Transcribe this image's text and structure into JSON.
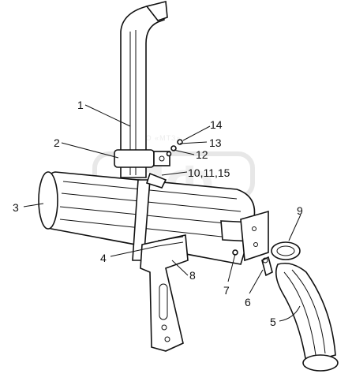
{
  "diagram": {
    "callouts": [
      {
        "id": "1",
        "label": "1"
      },
      {
        "id": "2",
        "label": "2"
      },
      {
        "id": "3",
        "label": "3"
      },
      {
        "id": "4",
        "label": "4"
      },
      {
        "id": "5",
        "label": "5"
      },
      {
        "id": "6",
        "label": "6"
      },
      {
        "id": "7",
        "label": "7"
      },
      {
        "id": "8",
        "label": "8"
      },
      {
        "id": "9",
        "label": "9"
      },
      {
        "id": "10-11-15",
        "label": "10,11,15"
      },
      {
        "id": "12",
        "label": "12"
      },
      {
        "id": "13",
        "label": "13"
      },
      {
        "id": "14",
        "label": "14"
      }
    ],
    "watermark": {
      "text": "ОАО «МТЗ»",
      "logo_letters": "ЛФ"
    }
  }
}
